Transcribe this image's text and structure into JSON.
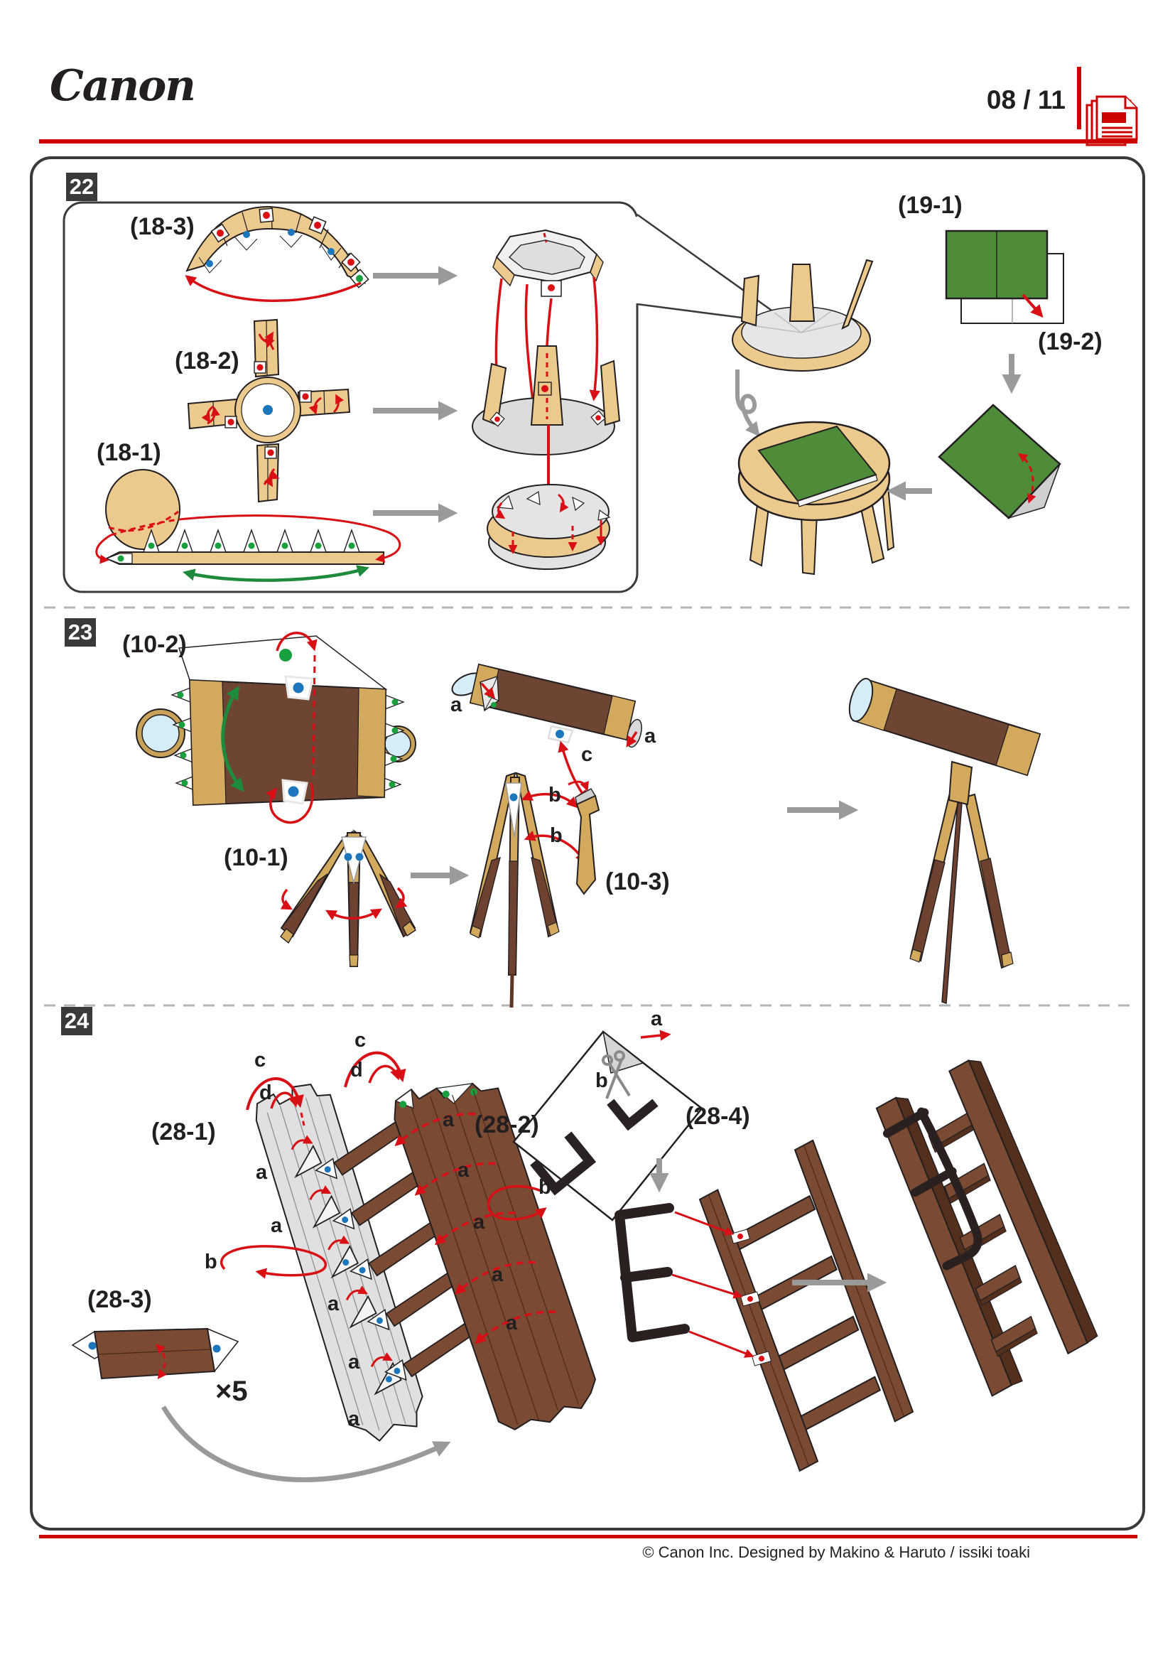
{
  "header": {
    "logo_text": "Canon",
    "page_number": "08 / 11"
  },
  "step22": {
    "badge": "22",
    "label_18_3": "(18-3)",
    "label_18_2": "(18-2)",
    "label_18_1": "(18-1)",
    "label_19_1": "(19-1)",
    "label_19_2": "(19-2)"
  },
  "step23": {
    "badge": "23",
    "label_10_2": "(10-2)",
    "label_10_1": "(10-1)",
    "label_10_3": "(10-3)",
    "label_a": "a",
    "label_b": "b",
    "label_c": "c"
  },
  "step24": {
    "badge": "24",
    "label_28_1": "(28-1)",
    "label_28_2": "(28-2)",
    "label_28_3": "(28-3)",
    "label_28_4": "(28-4)",
    "multiplier": "×5",
    "label_a": "a",
    "label_b": "b",
    "label_c": "c",
    "label_d": "d"
  },
  "footer": {
    "copyright": "© Canon Inc. Designed by Makino & Haruto / issiki toaki"
  },
  "colors": {
    "accent_red": "#cc0000",
    "arrow_red": "#d90f16",
    "arrow_gray": "#9a9a9a",
    "arrow_green": "#1e8a3c",
    "wood_tan": "#ecca8d",
    "wood_band_tan": "#d3aa5d",
    "wood_brown": "#6e4433",
    "ladder_brown": "#7b4a33",
    "mat_green": "#4e8c3a",
    "dot_green": "#17a03d",
    "dot_blue": "#1c76bc",
    "dot_red": "#d90f16",
    "lens_blue": "#d6ecf7",
    "paper_gray": "#e0e0e0",
    "outline_dark": "#231f20",
    "badge_bg": "#3a3a3a"
  }
}
